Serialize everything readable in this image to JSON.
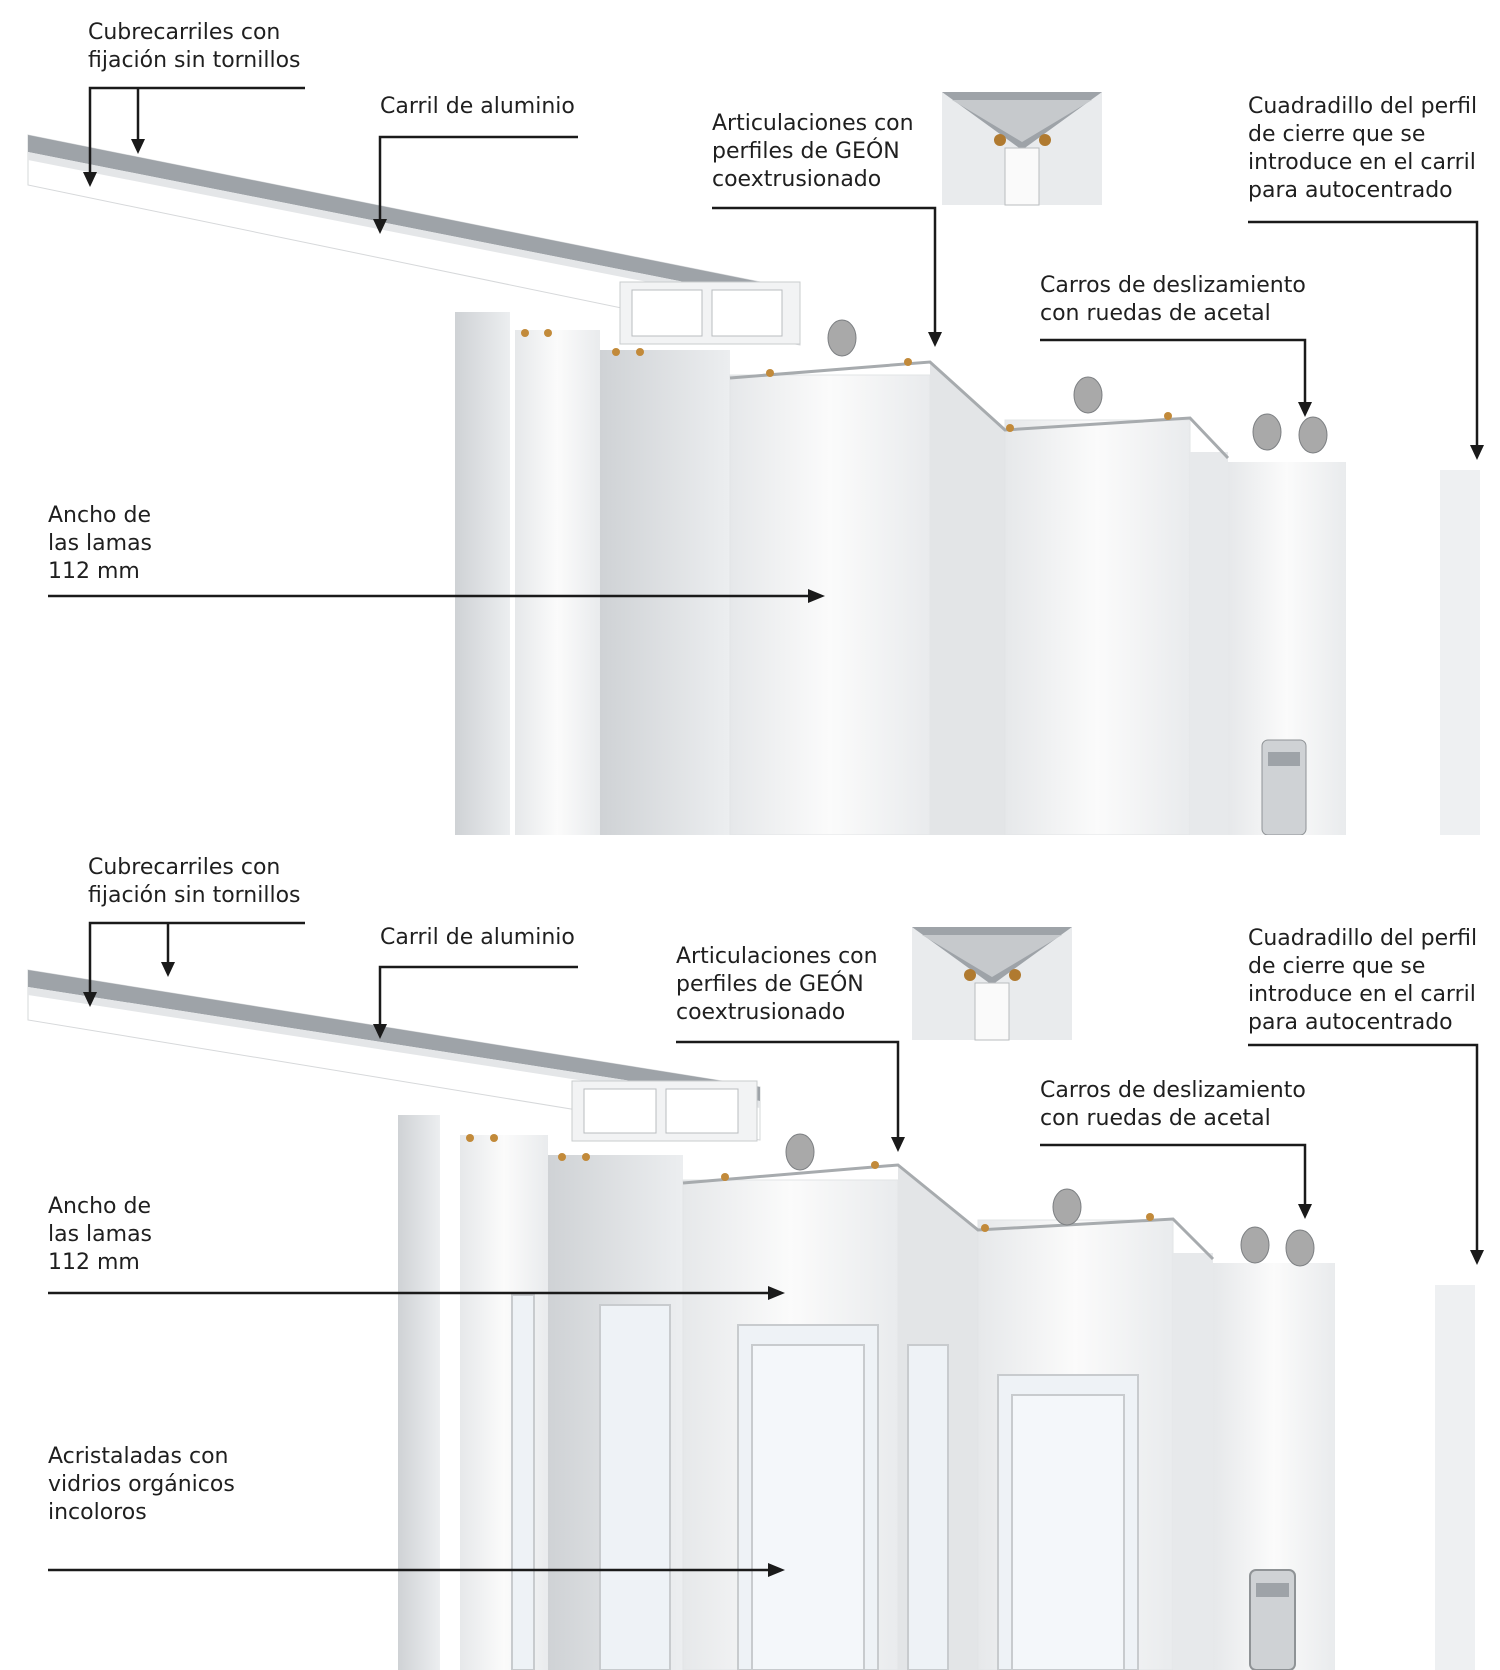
{
  "top": {
    "labels": {
      "covers": [
        "Cubrecarriles con",
        "fijación sin tornillos"
      ],
      "rail": [
        "Carril de aluminio"
      ],
      "joints": [
        "Articulaciones con",
        "perfiles de GEÓN",
        "coextrusionado"
      ],
      "closure": [
        "Cuadradillo del perfil",
        "de cierre que se",
        "introduce en el carril",
        "para autocentrado"
      ],
      "carriages": [
        "Carros de deslizamiento",
        "con ruedas de acetal"
      ],
      "width": [
        "Ancho de",
        "las lamas",
        "112 mm"
      ]
    }
  },
  "bottom": {
    "labels": {
      "covers": [
        "Cubrecarriles con",
        "fijación sin tornillos"
      ],
      "rail": [
        "Carril de aluminio"
      ],
      "joints": [
        "Articulaciones con",
        "perfiles de GEÓN",
        "coextrusionado"
      ],
      "closure": [
        "Cuadradillo del perfil",
        "de cierre que se",
        "introduce en el carril",
        "para autocentrado"
      ],
      "carriages": [
        "Carros de deslizamiento",
        "con ruedas de acetal"
      ],
      "width": [
        "Ancho de",
        "las lamas",
        "112 mm"
      ],
      "glazing": [
        "Acristaladas con",
        "vidrios orgánicos",
        "incoloros"
      ]
    }
  },
  "colors": {
    "line": "#1a1a1a",
    "rail_gray": "#9ea3a8",
    "panel_white": "#f7f7f7",
    "panel_shadow": "#dcdee0",
    "wheel_gray": "#a9a9a9",
    "glass": "#eef2f6"
  }
}
